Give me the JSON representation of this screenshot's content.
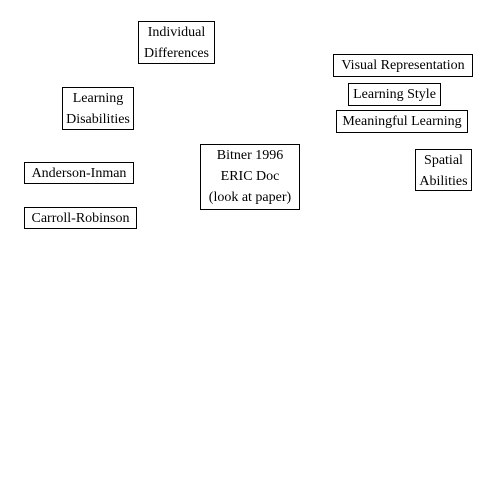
{
  "nodes": {
    "individual_differences": [
      "Individual",
      "Differences"
    ],
    "learning_disabilities": [
      "Learning",
      "Disabilities"
    ],
    "anderson_inman": [
      "Anderson-Inman"
    ],
    "carroll_robinson": [
      "Carroll-Robinson"
    ],
    "bitner_1996": [
      "Bitner 1996",
      "ERIC Doc",
      "(look at paper)"
    ],
    "visual_representation": [
      "Visual Representation"
    ],
    "learning_style": [
      "Learning Style"
    ],
    "meaningful_learning": [
      "Meaningful Learning"
    ],
    "spatial_abilities": [
      "Spatial",
      "Abilities"
    ]
  }
}
